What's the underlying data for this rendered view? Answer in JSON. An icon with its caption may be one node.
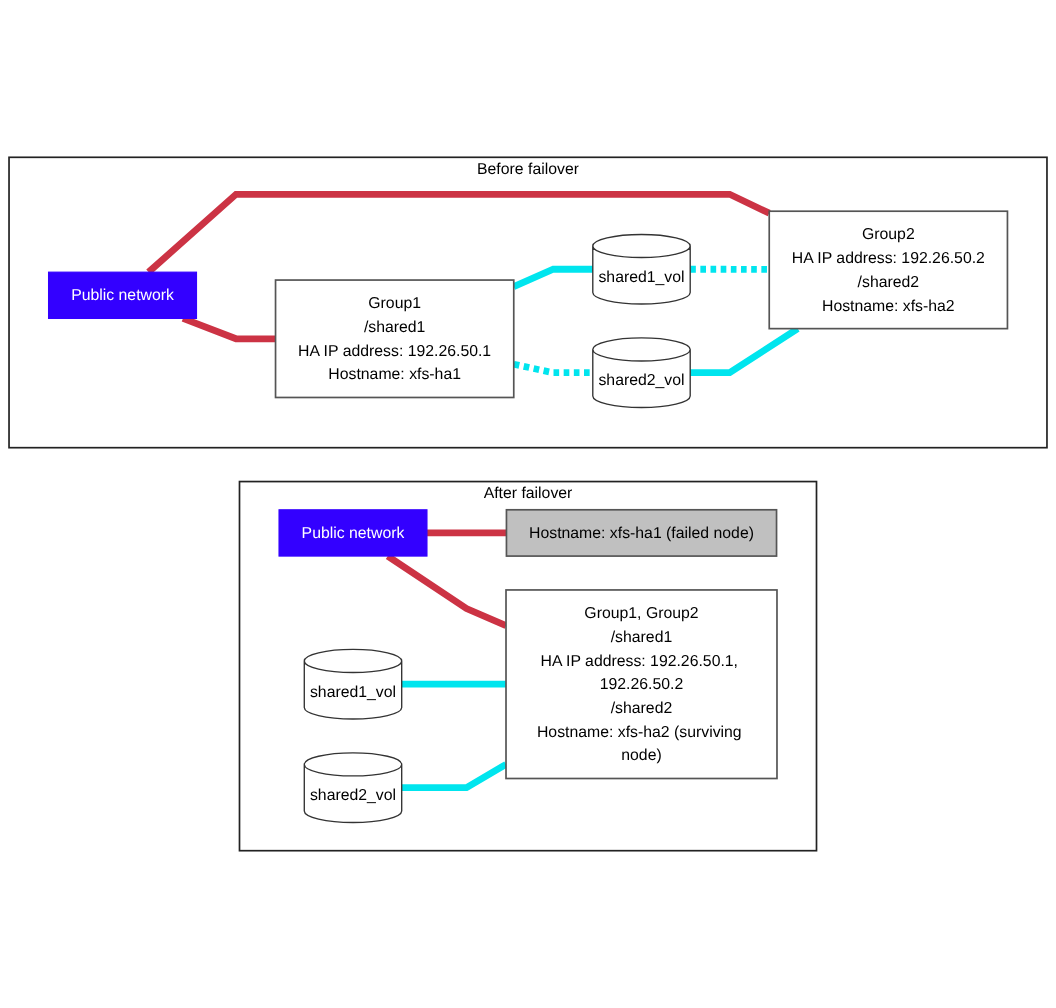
{
  "diagram": {
    "nodes": [
      {
        "text": [
          "Before failover"
        ]
      },
      {
        "text": [
          "Public network"
        ],
        "in": 0
      },
      {
        "text": [
          "Group1",
          "/shared1",
          "HA IP address: 192.26.50.1",
          "Hostname: xfs-ha1"
        ],
        "in": 0
      },
      {
        "text": [
          "shared1_vol"
        ],
        "in": 0
      },
      {
        "text": [
          "Group2",
          "HA IP address: 192.26.50.2",
          "/shared2",
          "Hostname: xfs-ha2"
        ],
        "in": 0
      },
      {
        "text": [
          "shared2_vol"
        ],
        "in": 0
      },
      {
        "text": [
          "After failover"
        ]
      },
      {
        "text": [
          "Public network"
        ],
        "in": 6
      },
      {
        "text": [
          "Hostname: xfs-ha1 (failed node)"
        ],
        "in": 6
      },
      {
        "text": [
          "shared1_vol"
        ],
        "in": 6
      },
      {
        "text": [
          "Group1, Group2",
          "/shared1",
          "HA IP address: 192.26.50.1, 192.26.50.2",
          "/shared2",
          "Hostname: xfs-ha2 (surviving node)"
        ],
        "in": 6
      },
      {
        "text": [
          "shared2_vol"
        ],
        "in": 6
      }
    ],
    "edges": [
      {
        "from": 1,
        "to": 2,
        "arrow": "none",
        "color": "#cc3344"
      },
      {
        "from": 1,
        "to": 4,
        "arrow": "none",
        "color": "#cc3344"
      },
      {
        "from": 2,
        "to": 3,
        "arrow": "none"
      },
      {
        "from": 3,
        "to": 4,
        "arrow": "none",
        "style": "dashed"
      },
      {
        "from": 2,
        "to": 5,
        "arrow": "none",
        "style": "dashed"
      },
      {
        "from": 5,
        "to": 4,
        "arrow": "none"
      },
      {
        "from": 7,
        "to": 8,
        "arrow": "none",
        "color": "#cc3344"
      },
      {
        "from": 7,
        "to": 10,
        "arrow": "none",
        "color": "#cc3344"
      },
      {
        "from": 9,
        "to": 10,
        "arrow": "none"
      },
      {
        "from": 11,
        "to": 10,
        "arrow": "none"
      }
    ]
  }
}
